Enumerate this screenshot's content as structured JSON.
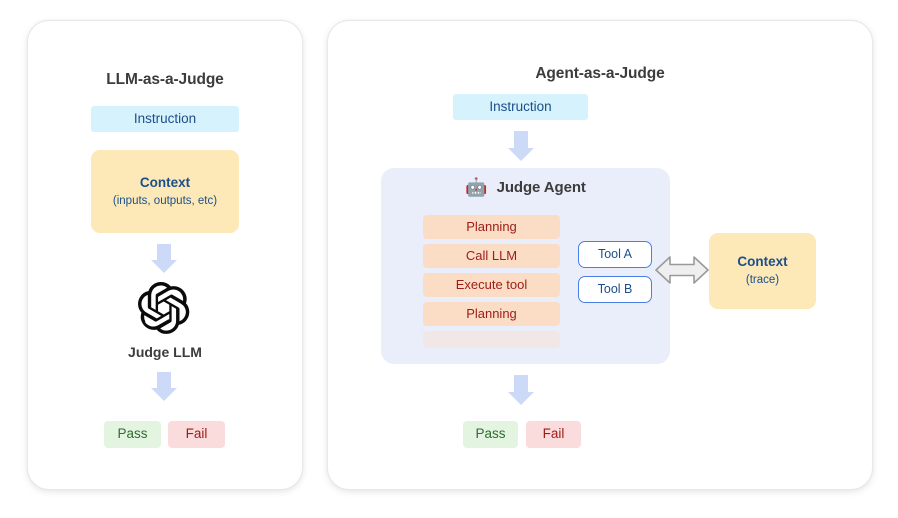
{
  "figure": {
    "background_color": "#ffffff",
    "panels": [
      {
        "id": "llm-as-a-judge",
        "title": "LLM-as-a-Judge",
        "nodes": {
          "instruction": {
            "label": "Instruction",
            "color": "#d6f2fc",
            "text_color": "#1b4f8c"
          },
          "context": {
            "label": "Context",
            "sublabel": "(inputs, outputs, etc)",
            "color": "#fde8b7",
            "text_color": "#1b4f8c"
          },
          "judge": {
            "icon": "openai-logo-icon",
            "label": "Judge LLM",
            "text_color": "#3c3c3c"
          },
          "verdicts": [
            {
              "label": "Pass",
              "color": "#e3f5e0",
              "text_color": "#2f6b2f"
            },
            {
              "label": "Fail",
              "color": "#fbdcdc",
              "text_color": "#9c1c18"
            }
          ]
        },
        "arrow_color": "#ccdaf7"
      },
      {
        "id": "agent-as-a-judge",
        "title": "Agent-as-a-Judge",
        "nodes": {
          "instruction": {
            "label": "Instruction",
            "color": "#d6f2fc",
            "text_color": "#1b4f8c"
          },
          "agent": {
            "icon": "robot-icon",
            "icon_glyph": "🤖",
            "label": "Judge Agent",
            "panel_color": "#eaeefb",
            "steps": [
              {
                "label": "Planning",
                "faded": false
              },
              {
                "label": "Call LLM",
                "faded": false
              },
              {
                "label": "Execute tool",
                "faded": false
              },
              {
                "label": "Planning",
                "faded": false
              },
              {
                "label": "",
                "faded": true
              }
            ],
            "step_color": "#fbdcc4",
            "step_text_color": "#9c1c18",
            "tools": [
              {
                "label": "Tool A",
                "border_color": "#4a7fe8",
                "text_color": "#1b4f8c"
              },
              {
                "label": "Tool B",
                "border_color": "#4a7fe8",
                "text_color": "#1b4f8c"
              }
            ]
          },
          "context": {
            "label": "Context",
            "sublabel": "(trace)",
            "color": "#fde8b7",
            "text_color": "#1b4f8c"
          },
          "verdicts": [
            {
              "label": "Pass",
              "color": "#e3f5e0",
              "text_color": "#2f6b2f"
            },
            {
              "label": "Fail",
              "color": "#fbdcdc",
              "text_color": "#9c1c18"
            }
          ]
        },
        "arrow_color": "#ccdaf7",
        "bidi_arrow_color": "#9a9a9a"
      }
    ]
  }
}
